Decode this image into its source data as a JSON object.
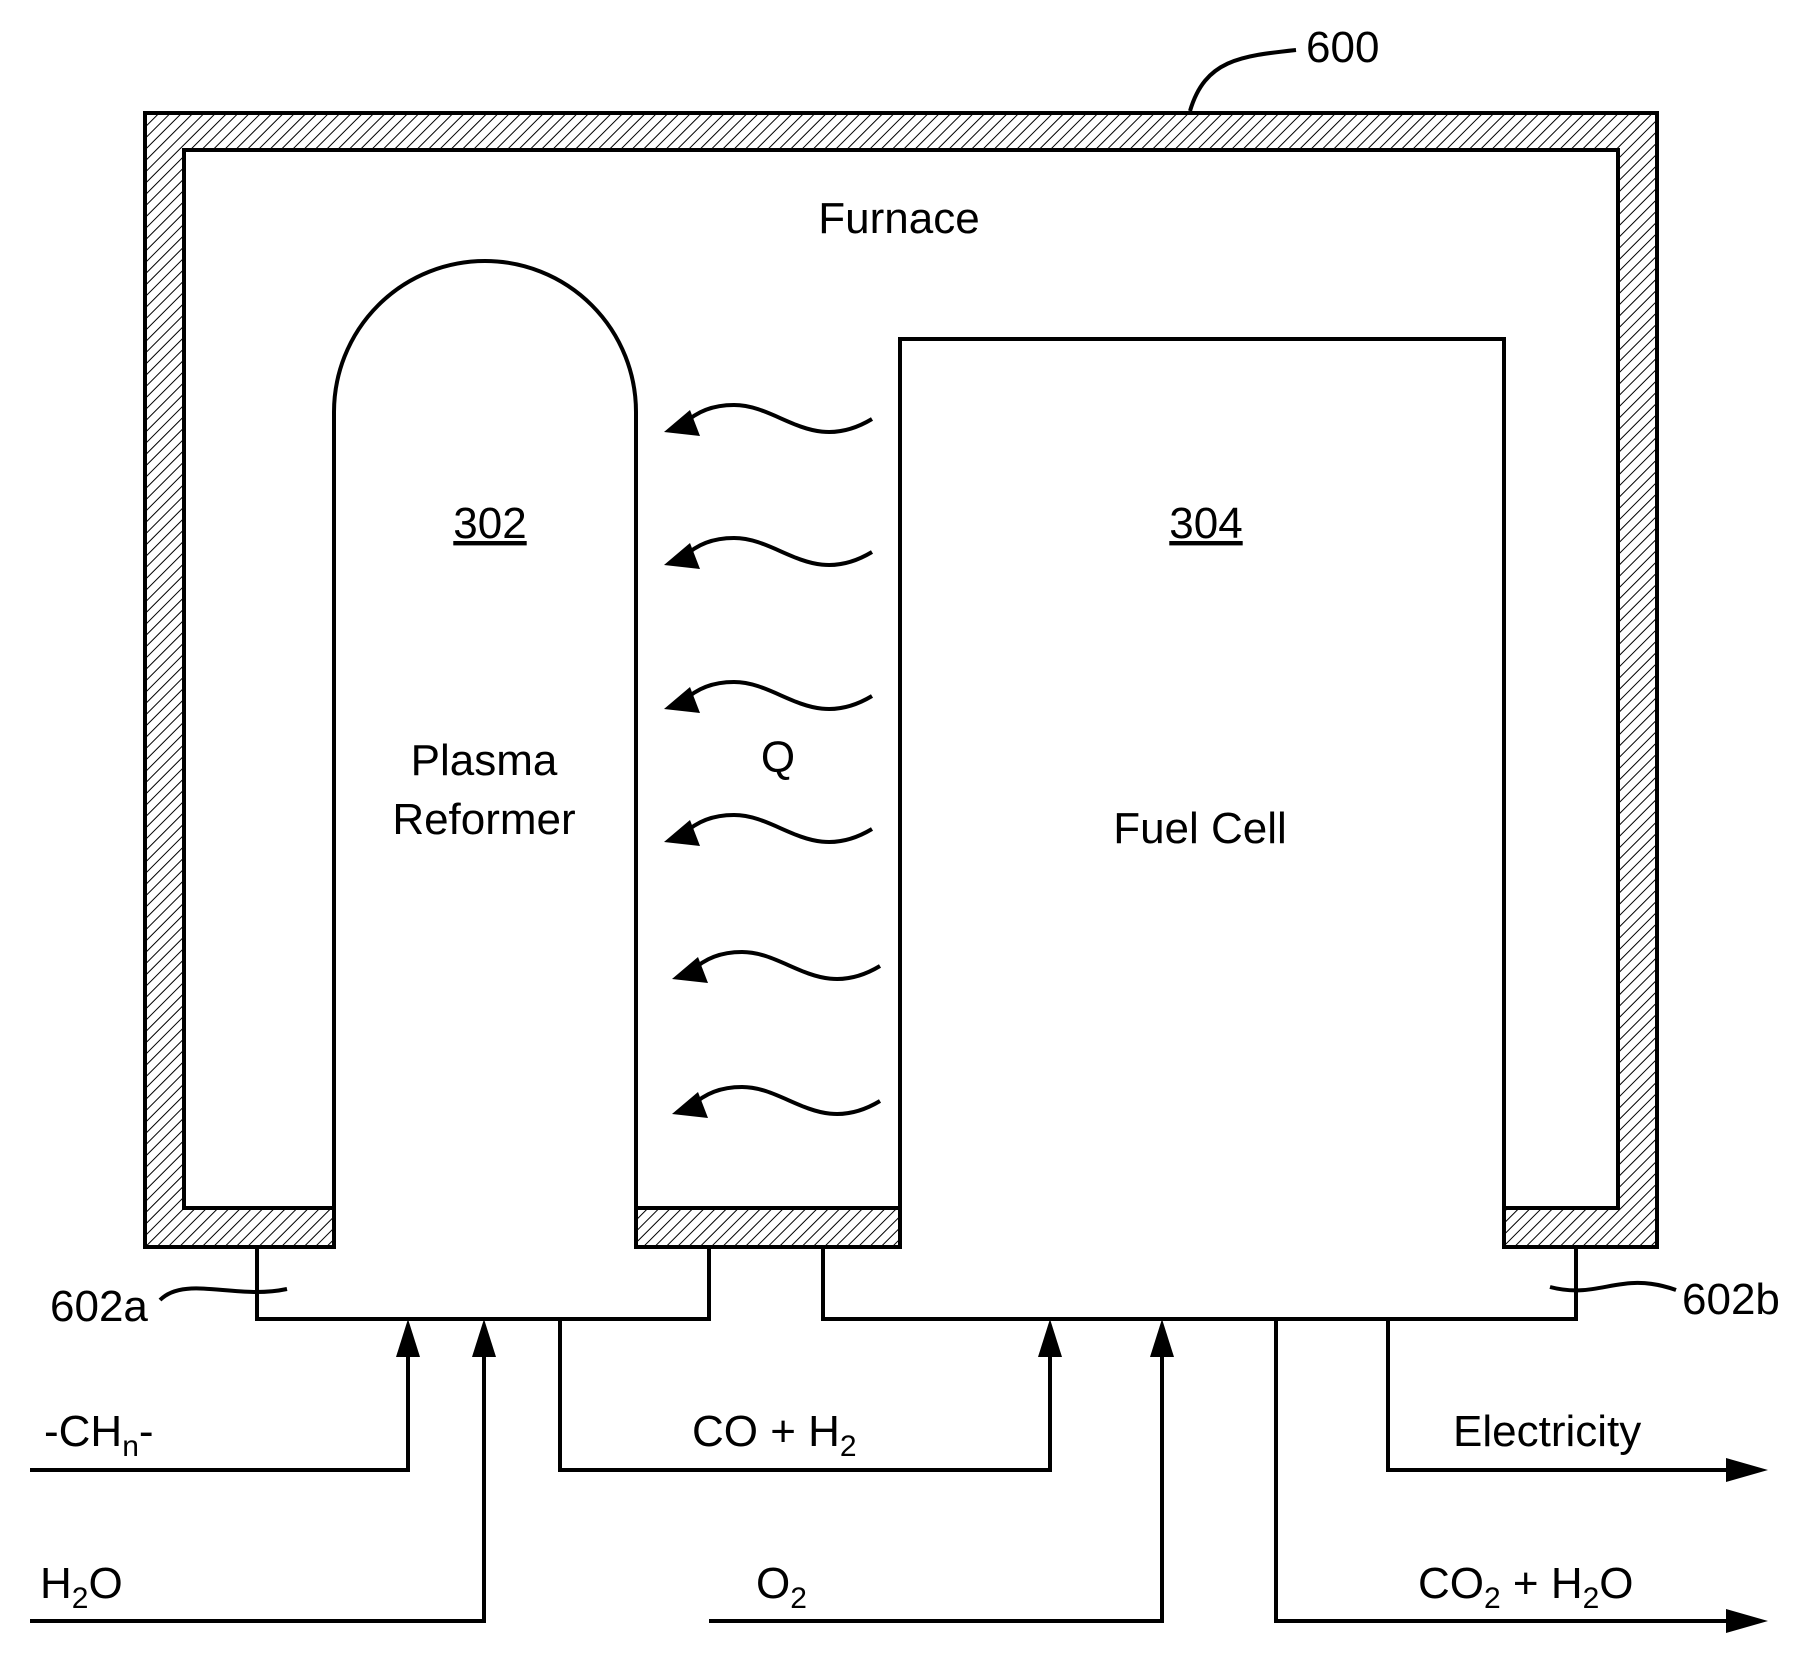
{
  "furnace": {
    "ref": "600",
    "label": "Furnace"
  },
  "plasma_reformer": {
    "ref": "302",
    "label_line1": "Plasma",
    "label_line2": "Reformer"
  },
  "fuel_cell": {
    "ref": "304",
    "label": "Fuel Cell"
  },
  "heat": {
    "label": "Q"
  },
  "manifolds": {
    "left_ref": "602a",
    "right_ref": "602b"
  },
  "inputs": {
    "hydrocarbon": {
      "pre": "-CH",
      "sub": "n",
      "post": "-"
    },
    "water": {
      "pre": "H",
      "sub": "2",
      "post": "O"
    },
    "oxygen": {
      "pre": "O",
      "sub": "2",
      "post": ""
    }
  },
  "intermediate": {
    "syngas": {
      "pre": "CO + H",
      "sub": "2",
      "post": ""
    }
  },
  "outputs": {
    "electricity": "Electricity",
    "exhaust": {
      "p1": "CO",
      "s1": "2",
      "p2": " + H",
      "s2": "2",
      "p3": "O"
    }
  }
}
